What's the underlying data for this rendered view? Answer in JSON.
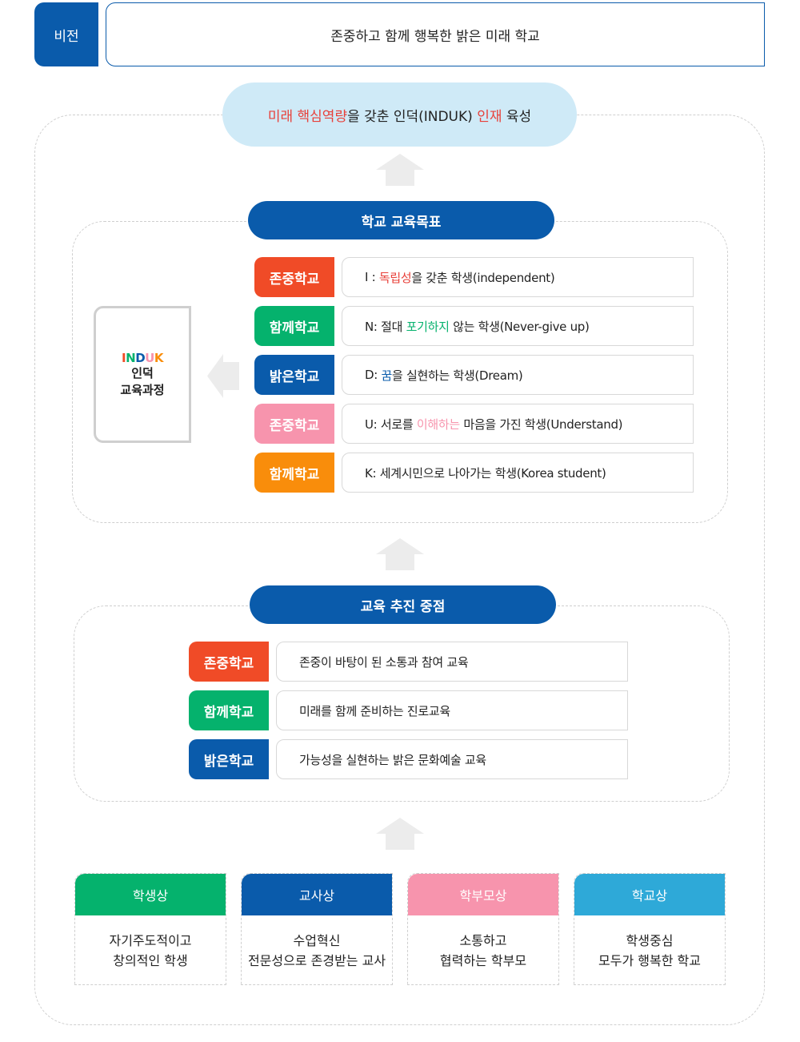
{
  "vision": {
    "badge": "비전",
    "text": "존중하고 함께 행복한 밝은 미래 학교"
  },
  "cloud": {
    "part1_red": "미래",
    "part2": " ",
    "part3_red": "핵심역량",
    "part4": "을 갖춘 인덕(INDUK) ",
    "part5_red": "인재",
    "part6": " 육성"
  },
  "goals": {
    "title": "학교 교육목표",
    "induk_logo": [
      "I",
      "N",
      "D",
      "U",
      "K"
    ],
    "induk_line1": "인덕",
    "induk_line2": "교육과정",
    "rows": [
      {
        "badge": "존중학교",
        "pre": "I : ",
        "hl": "독립성",
        "post": "을 갖춘 학생(independent)"
      },
      {
        "badge": "함께학교",
        "pre": "N: 절대 ",
        "hl": "포기하지",
        "post": " 않는 학생(Never-give up)"
      },
      {
        "badge": "밝은학교",
        "pre": "D: ",
        "hl": "꿈",
        "post": "을 실현하는 학생(Dream)"
      },
      {
        "badge": "존중학교",
        "pre": "U: 서로를 ",
        "hl": "이해하는",
        "post": " 마음을 가진 학생(Understand)"
      },
      {
        "badge": "함께학교",
        "pre": "K: 세계시민으로 나아가는 학생(Korea student)",
        "hl": "",
        "post": ""
      }
    ]
  },
  "focus": {
    "title": "교육 추진 중점",
    "rows": [
      {
        "badge": "존중학교",
        "text": "존중이 바탕이 된 소통과 참여 교육"
      },
      {
        "badge": "함께학교",
        "text": "미래를 함께 준비하는 진로교육"
      },
      {
        "badge": "밝은학교",
        "text": "가능성을 실현하는 밝은 문화예술 교육"
      }
    ]
  },
  "cards": [
    {
      "title": "학생상",
      "line1": "자기주도적이고",
      "line2": "창의적인 학생"
    },
    {
      "title": "교사상",
      "line1": "수업혁신",
      "line2": "전문성으로 존경받는 교사"
    },
    {
      "title": "학부모상",
      "line1": "소통하고",
      "line2": "협력하는 학부모"
    },
    {
      "title": "학교상",
      "line1": "학생중심",
      "line2": "모두가 행복한 학교"
    }
  ],
  "colors": {
    "blue": "#0a5bab",
    "red": "#f04b27",
    "green": "#05b26d",
    "pink": "#f794ad",
    "orange": "#f98d0b",
    "sky": "#2ea9d8",
    "cloud": "#cfeaf7"
  },
  "icons": [
    "up-arrow-icon",
    "left-arrow-icon"
  ]
}
